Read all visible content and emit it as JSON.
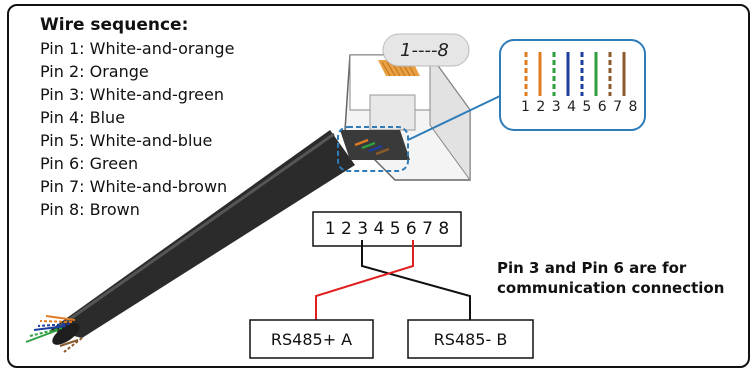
{
  "legend": {
    "title": "Wire sequence:",
    "items": [
      "Pin 1: White-and-orange",
      "Pin 2: Orange",
      "Pin 3: White-and-green",
      "Pin 4: Blue",
      "Pin 5: White-and-blue",
      "Pin 6: Green",
      "Pin 7: White-and-brown",
      "Pin 8: Brown"
    ]
  },
  "connector": {
    "pin_range_label": "1----8",
    "zoom_pin_numbers": "1 2 3 4 5 6 7 8"
  },
  "pinout": {
    "pin_numbers": "1 2 3 4 5 6 7 8",
    "rs485_a_label": "RS485+ A",
    "rs485_b_label": "RS485- B"
  },
  "caption": {
    "line1": "Pin 3 and Pin 6 are for",
    "line2": "communication connection"
  },
  "colors": {
    "orange": "#E07B22",
    "green": "#2E9E3F",
    "blue": "#1C3F9E",
    "brown": "#8A5A2B",
    "cable": "#2b2b2b",
    "callout": "#2E7CB8",
    "signal_line": "#E02020"
  }
}
